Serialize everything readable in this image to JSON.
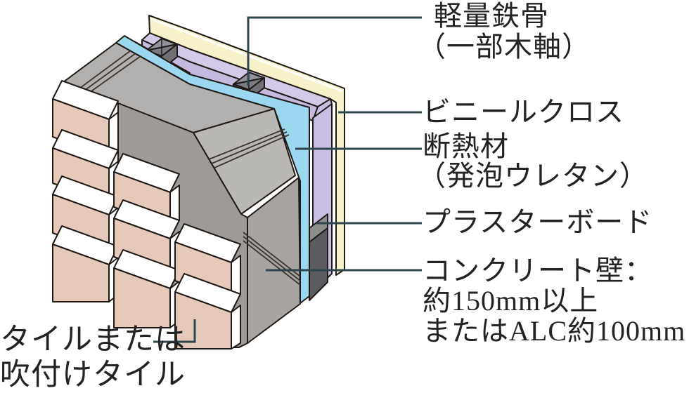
{
  "figure": {
    "type": "wall-construction-section-diagram",
    "description_visible_text_only": true
  },
  "labels": {
    "steel_frame": {
      "line1": "軽量鉄骨",
      "line2": "（一部木軸）"
    },
    "vinyl_cloth": {
      "text": "ビニールクロス"
    },
    "insulation": {
      "line1": "断熱材",
      "line2": "（発泡ウレタン）"
    },
    "plaster_board": {
      "text": "プラスターボード"
    },
    "concrete_wall": {
      "line1": "コンクリート壁：",
      "line2": "約150mm以上",
      "line3": "またはALC約100mm"
    },
    "tile": {
      "line1": "タイルまたは",
      "line2": "吹付けタイル"
    }
  },
  "layers": [
    {
      "name": "tile-or-sprayed-tile",
      "color_key": "tile_face"
    },
    {
      "name": "concrete-wall",
      "color_key": "concrete_front"
    },
    {
      "name": "urethane-foam-insulation",
      "color_key": "insulation"
    },
    {
      "name": "lightweight-steel-stud",
      "color_key": "stud_front"
    },
    {
      "name": "plaster-board",
      "color_key": "board_front"
    },
    {
      "name": "vinyl-cloth",
      "color_key": "vinyl"
    }
  ],
  "colors": {
    "background": "#ffffff",
    "text": "#232323",
    "outline": "#1f1a16",
    "groove": "#3a3430",
    "leader": "#2d464d",
    "tile_face": "#e5cabc",
    "tile_edge": "#ffffff",
    "concrete_top": "#b2b0ae",
    "concrete_front": "#9d9a97",
    "concrete_cut": "#bab8b5",
    "concrete_end": "#a7a4a1",
    "insulation": "#9bd7ee",
    "cavity": "#a8a5a2",
    "cavity_shadow": "#5c5c60",
    "cavity_wedge": "#8f8d8a",
    "stud_front": "#57575c",
    "stud_side": "#6f6f75",
    "stud_top_a": "#92929b",
    "stud_top_b": "#7b7b84",
    "board_top": "#d3cae7",
    "board_front": "#c5bade",
    "board_section": "#cabfe2",
    "vinyl": "#f8f2ca"
  }
}
